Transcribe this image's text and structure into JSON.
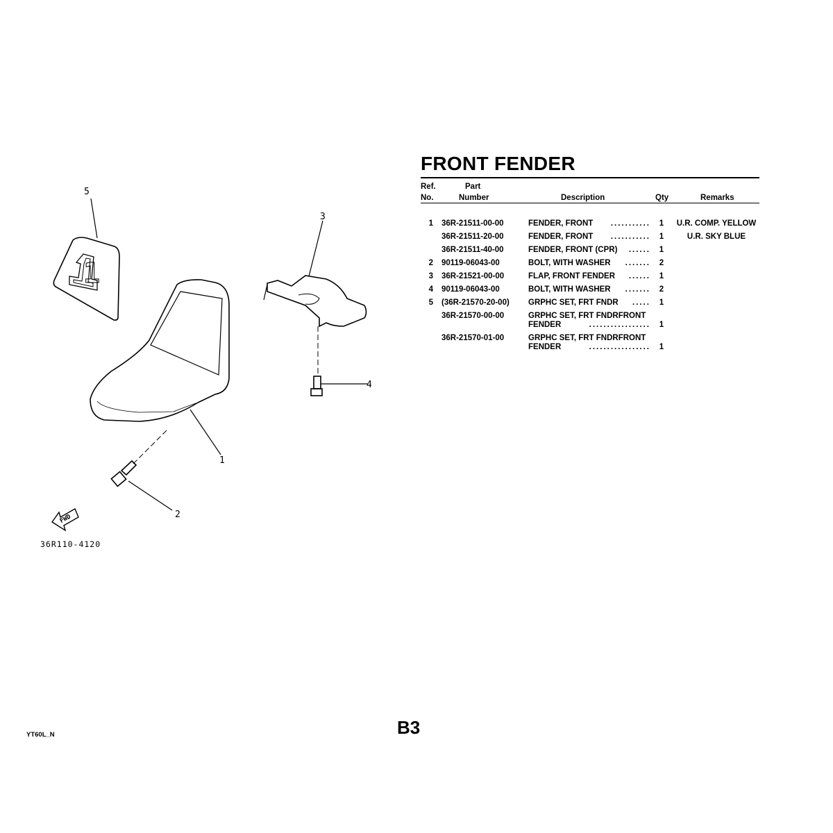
{
  "title": "FRONT FENDER",
  "table": {
    "headers": {
      "ref_line1": "Ref.",
      "ref_line2": "No.",
      "part_line1": "Part",
      "part_line2": "Number",
      "description": "Description",
      "qty": "Qty",
      "remarks": "Remarks"
    },
    "rows": [
      {
        "ref": "1",
        "part": "36R-21511-00-00",
        "desc": "FENDER, FRONT",
        "dots": "...........",
        "qty": "1",
        "remarks": "U.R. COMP. YELLOW"
      },
      {
        "ref": "",
        "part": "36R-21511-20-00",
        "desc": "FENDER, FRONT",
        "dots": "...........",
        "qty": "1",
        "remarks": "U.R. SKY BLUE"
      },
      {
        "ref": "",
        "part": "36R-21511-40-00",
        "desc": "FENDER, FRONT (CPR)",
        "dots": "......",
        "qty": "1",
        "remarks": ""
      },
      {
        "ref": "2",
        "part": "90119-06043-00",
        "desc": "BOLT, WITH WASHER",
        "dots": ".......",
        "qty": "2",
        "remarks": ""
      },
      {
        "ref": "3",
        "part": "36R-21521-00-00",
        "desc": "FLAP, FRONT FENDER",
        "dots": "......",
        "qty": "1",
        "remarks": ""
      },
      {
        "ref": "4",
        "part": "90119-06043-00",
        "desc": "BOLT, WITH WASHER",
        "dots": ".......",
        "qty": "2",
        "remarks": ""
      },
      {
        "ref": "5",
        "part": "(36R-21570-20-00)",
        "desc": "GRPHC SET, FRT FNDR",
        "dots": ".....",
        "qty": "1",
        "remarks": ""
      },
      {
        "ref": "",
        "part": "36R-21570-00-00",
        "desc": "GRPHC SET, FRT FNDRFRONT",
        "desc2": "FENDER",
        "dots": ".................",
        "qty": "1",
        "remarks": ""
      },
      {
        "ref": "",
        "part": "36R-21570-01-00",
        "desc": "GRPHC SET, FRT FNDRFRONT",
        "desc2": "FENDER",
        "dots": ".................",
        "qty": "1",
        "remarks": ""
      }
    ]
  },
  "diagram": {
    "callouts": [
      "1",
      "2",
      "3",
      "4",
      "5"
    ],
    "fwd_label": "FWD",
    "decal_number": "1",
    "drawing_code": "36R110-4120"
  },
  "page_number": "B3",
  "model_code": "YT60L_N"
}
